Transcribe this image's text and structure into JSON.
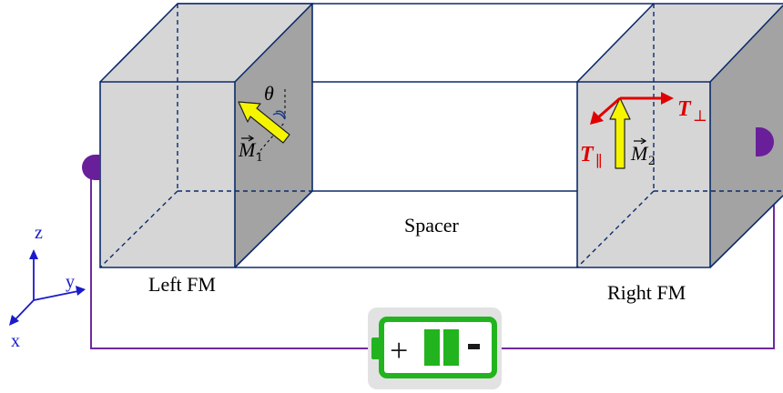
{
  "labels": {
    "spacer": "Spacer",
    "left_fm": "Left FM",
    "right_fm": "Right FM"
  },
  "axes": {
    "x": "x",
    "y": "y",
    "z": "z"
  },
  "vectors": {
    "m1_symbol": "M",
    "m1_sub": "1",
    "m2_symbol": "M",
    "m2_sub": "2",
    "theta": "θ",
    "t_perp_symbol": "T",
    "t_perp_sub": "⊥",
    "t_par_symbol": "T",
    "t_par_sub": "∥"
  },
  "battery": {
    "plus": "+",
    "minus": "-"
  },
  "colors": {
    "block_fill": "#d6d6d6",
    "block_side": "#a3a3a3",
    "frame_line": "#0b2a6b",
    "magnetization_arrow": "#f5f500",
    "torque_arrow": "#e00000",
    "torque_label": "#dd0000",
    "axis_color": "#1a1acc",
    "wire": "#6f2a9e",
    "electrode": "#6a1f9a",
    "battery_green": "#22b41e"
  }
}
